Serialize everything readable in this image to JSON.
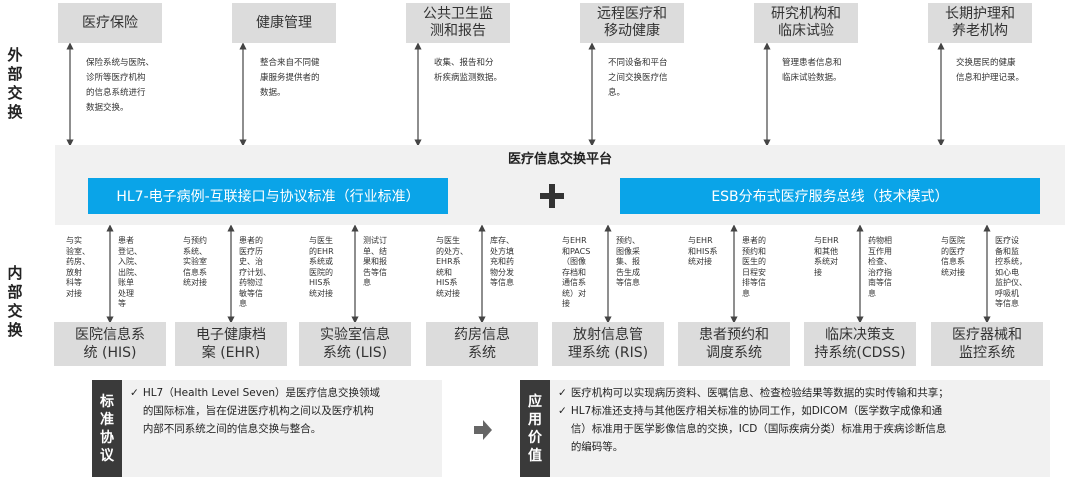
{
  "labels": {
    "external": "外\n部\n交\n换",
    "internal": "内\n部\n交\n换"
  },
  "external": [
    {
      "title": "医疗保险",
      "desc": "保险系统与医院、\n诊所等医疗机构\n的信息系统进行\n数据交换。"
    },
    {
      "title": "健康管理",
      "desc": "整合来自不同健\n康服务提供者的\n数据。"
    },
    {
      "title": "公共卫生监\n测和报告",
      "desc": "收集、报告和分\n析疾病监测数据。"
    },
    {
      "title": "远程医疗和\n移动健康",
      "desc": "不同设备和平台\n之间交换医疗信\n息。"
    },
    {
      "title": "研究机构和\n临床试验",
      "desc": "管理患者信息和\n临床试验数据。"
    },
    {
      "title": "长期护理和\n养老机构",
      "desc": "交换居民的健康\n信息和护理记录。"
    }
  ],
  "platform": {
    "title": "医疗信息交换平台",
    "left_bar": "HL7-电子病例-互联接口与协议标准（行业标准）",
    "right_bar": "ESB分布式医疗服务总线（技术模式）"
  },
  "internal": [
    {
      "title": "医院信息系\n统 (HIS)",
      "left": "与实\n验室、\n药房、\n放射\n科等\n对接",
      "right": "患者\n登记、\n入院、\n出院、\n账单\n处理\n等"
    },
    {
      "title": "电子健康档\n案 (EHR)",
      "left": "与预约\n系统、\n实验室\n信息系\n统对接",
      "right": "患者的\n医疗历\n史、治\n疗计划、\n药物过\n敏等信\n息"
    },
    {
      "title": "实验室信息\n系统 (LIS)",
      "left": "与医生\n的EHR\n系统或\n医院的\nHIS系\n统对接",
      "right": "测试订\n单、结\n果和报\n告等信\n息"
    },
    {
      "title": "药房信息\n系统",
      "left": "与医生\n的处方、\nEHR系\n统和\nHIS系\n统对接",
      "right": "库存、\n处方填\n充和药\n物分发\n等信息"
    },
    {
      "title": "放射信息管\n理系统 (RIS)",
      "left": "与EHR\n和PACS\n（图像\n存档和\n通信系\n统）对\n接",
      "right": "预约、\n图像采\n集、报\n告生成\n等信息"
    },
    {
      "title": "患者预约和\n调度系统",
      "left": "与EHR\n和HIS系\n统对接",
      "right": "患者的\n预约和\n医生的\n日程安\n排等信\n息"
    },
    {
      "title": "临床决策支\n持系统(CDSS)",
      "left": "与EHR\n和其他\n系统对\n接",
      "right": "药物相\n互作用\n检查、\n治疗指\n南等信\n息"
    },
    {
      "title": "医疗器械和\n监控系统",
      "left": "与医院\n的医疗\n信息系\n统对接",
      "right": "医疗设\n备和监\n控系统，\n如心电\n监护仪、\n呼吸机\n等信息"
    }
  ],
  "standard_panel": {
    "tag": "标\n准\n协\n议",
    "check": "✓",
    "text": "HL7（Health Level Seven）是医疗信息交换领域\n的国际标准，旨在促进医疗机构之间以及医疗机构\n内部不同系统之间的信息交换与整合。"
  },
  "value_panel": {
    "tag": "应\n用\n价\n值",
    "check": "✓",
    "line1": "医疗机构可以实现病历资料、医嘱信息、检查检验结果等数据的实时传输和共享；",
    "line2": "HL7标准还支持与其他医疗相关标准的协同工作，如DICOM（医学数字成像和通\n信）标准用于医学影像信息的交换，ICD（国际疾病分类）标准用于疾病诊断信息\n的编码等。"
  },
  "colors": {
    "accent": "#0aa4e8",
    "box": "#dcdcdc",
    "panel": "#f1f1f1",
    "tag": "#3a3a3a"
  }
}
